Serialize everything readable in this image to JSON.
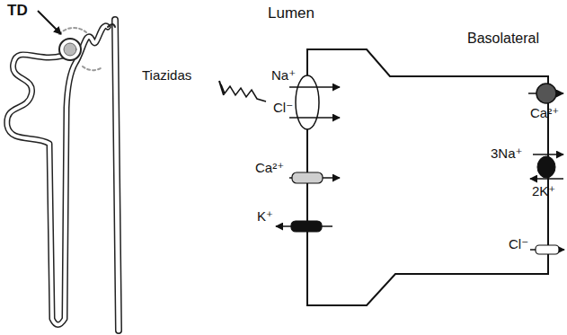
{
  "diagram": {
    "labels": [
      "TD",
      "Lumen",
      "Basolateral",
      "Tiazidas",
      "Na⁺",
      "Cl⁻",
      "Ca²⁺",
      "K⁺",
      "Ca²⁺",
      "3Na⁺",
      "2K⁺",
      "Cl⁻"
    ]
  }
}
